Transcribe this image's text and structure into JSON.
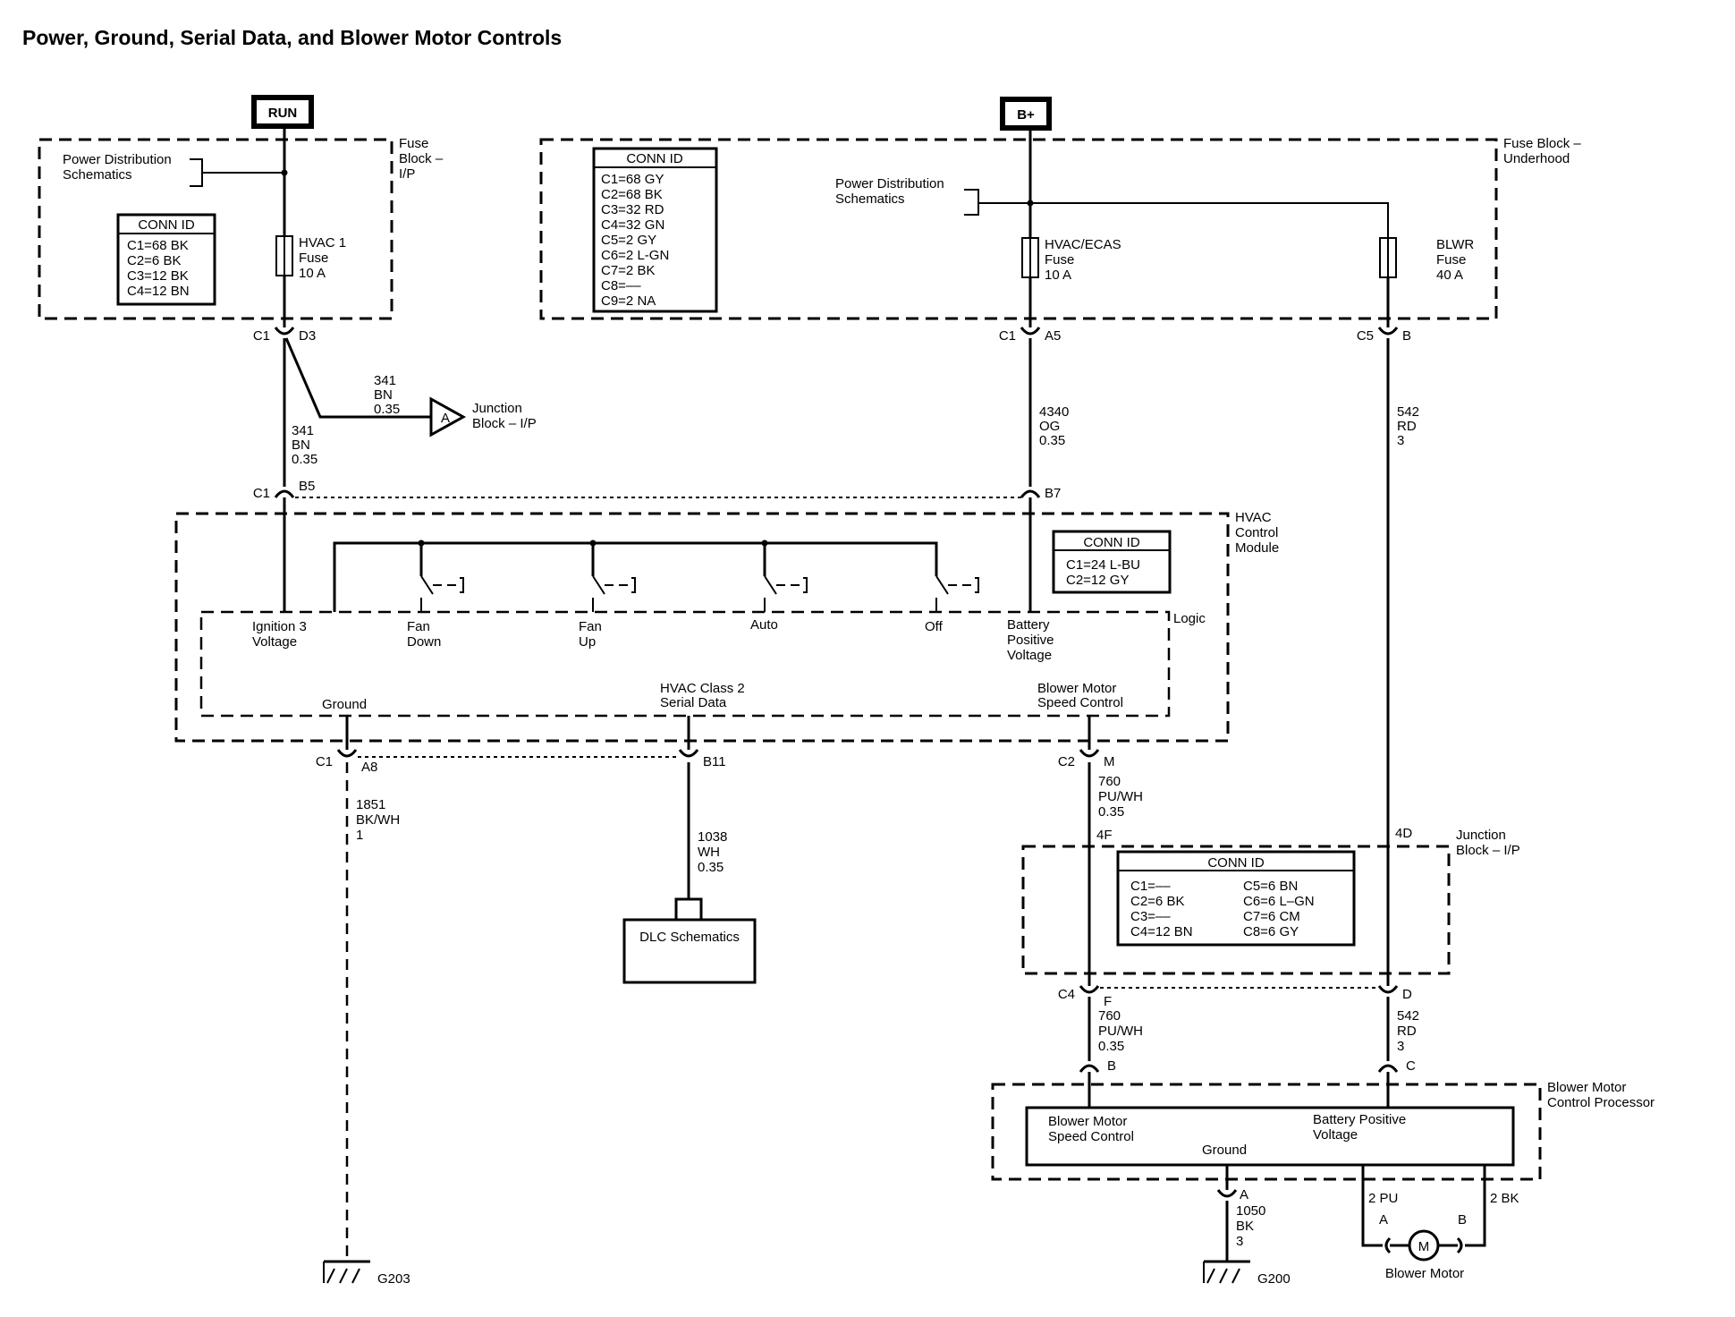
{
  "title": "Power, Ground, Serial Data, and Blower Motor Controls",
  "power_sources": {
    "run": "RUN",
    "battery": "B+"
  },
  "fuse_block_ip": {
    "label": [
      "Fuse",
      "Block –",
      "I/P"
    ],
    "power_dist": [
      "Power Distribution",
      "Schematics"
    ],
    "conn_id_title": "CONN ID",
    "conn_id": [
      "C1=68 BK",
      "C2=6 BK",
      "C3=12 BK",
      "C4=12 BN"
    ],
    "fuse": [
      "HVAC 1",
      "Fuse",
      "10 A"
    ],
    "conn_left": "C1",
    "conn_right": "D3"
  },
  "fuse_block_uh": {
    "label": [
      "Fuse Block –",
      "Underhood"
    ],
    "power_dist": [
      "Power Distribution",
      "Schematics"
    ],
    "conn_id_title": "CONN ID",
    "conn_id": [
      "C1=68 GY",
      "C2=68 BK",
      "C3=32 RD",
      "C4=32 GN",
      "C5=2 GY",
      "C6=2 L-GN",
      "C7=2 BK",
      "C8=––",
      "C9=2 NA"
    ],
    "fuse_hvac": [
      "HVAC/ECAS",
      "Fuse",
      "10 A"
    ],
    "fuse_blwr": [
      "BLWR",
      "Fuse",
      "40 A"
    ],
    "conn_a": [
      "C1",
      "A5"
    ],
    "conn_b": [
      "C5",
      "B"
    ]
  },
  "wires": {
    "w341_branch": [
      "341",
      "BN",
      "0.35"
    ],
    "w341_main": [
      "341",
      "BN",
      "0.35"
    ],
    "w4340": [
      "4340",
      "OG",
      "0.35"
    ],
    "w542_top": [
      "542",
      "RD",
      "3"
    ],
    "w1851": [
      "1851",
      "BK/WH",
      "1"
    ],
    "w1038": [
      "1038",
      "WH",
      "0.35"
    ],
    "w760_top": [
      "760",
      "PU/WH",
      "0.35"
    ],
    "w760_bot": [
      "760",
      "PU/WH",
      "0.35"
    ],
    "w542_bot": [
      "542",
      "RD",
      "3"
    ],
    "w1050": [
      "1050",
      "BK",
      "3"
    ],
    "w2pu": "2 PU",
    "w2bk": "2 BK"
  },
  "junction_ref": {
    "letter": "A",
    "label": [
      "Junction",
      "Block – I/P"
    ]
  },
  "hvac_module": {
    "label": [
      "HVAC",
      "Control",
      "Module"
    ],
    "logic": "Logic",
    "conn_id_title": "CONN ID",
    "conn_id": [
      "C1=24 L-BU",
      "C2=12 GY"
    ],
    "pins_top": {
      "c1": "C1",
      "b5": "B5",
      "b7": "B7"
    },
    "inputs": {
      "ign": [
        "Ignition 3",
        "Voltage"
      ],
      "fan_down": [
        "Fan",
        "Down"
      ],
      "fan_up": [
        "Fan",
        "Up"
      ],
      "auto": "Auto",
      "off": "Off",
      "batt": [
        "Battery",
        "Positive",
        "Voltage"
      ]
    },
    "outputs": {
      "ground": "Ground",
      "serial": [
        "HVAC Class 2",
        "Serial Data"
      ],
      "blower": [
        "Blower Motor",
        "Speed Control"
      ]
    },
    "pins_bottom": {
      "c1": "C1",
      "a8": "A8",
      "b11": "B11",
      "c2": "C2",
      "m": "M"
    }
  },
  "dlc": "DLC Schematics",
  "junction_block": {
    "label": [
      "Junction",
      "Block – I/P"
    ],
    "conn_id_title": "CONN ID",
    "conn_id_left": [
      "C1=––",
      "C2=6 BK",
      "C3=––",
      "C4=12 BN"
    ],
    "conn_id_right": [
      "C5=6 BN",
      "C6=6 L–GN",
      "C7=6 CM",
      "C8=6 GY"
    ],
    "pin_4f": "4F",
    "pin_4d": "4D",
    "c4": "C4",
    "f": "F",
    "d": "D"
  },
  "blower_processor": {
    "label": [
      "Blower Motor",
      "Control Processor"
    ],
    "speed": [
      "Blower Motor",
      "Speed Control"
    ],
    "batt": [
      "Battery Positive",
      "Voltage"
    ],
    "ground": "Ground",
    "pin_b": "B",
    "pin_c": "C",
    "pin_a": "A"
  },
  "blower_motor": {
    "label": "Blower Motor",
    "symbol": "M",
    "pin_a": "A",
    "pin_b": "B"
  },
  "grounds": {
    "g203": "G203",
    "g200": "G200"
  }
}
